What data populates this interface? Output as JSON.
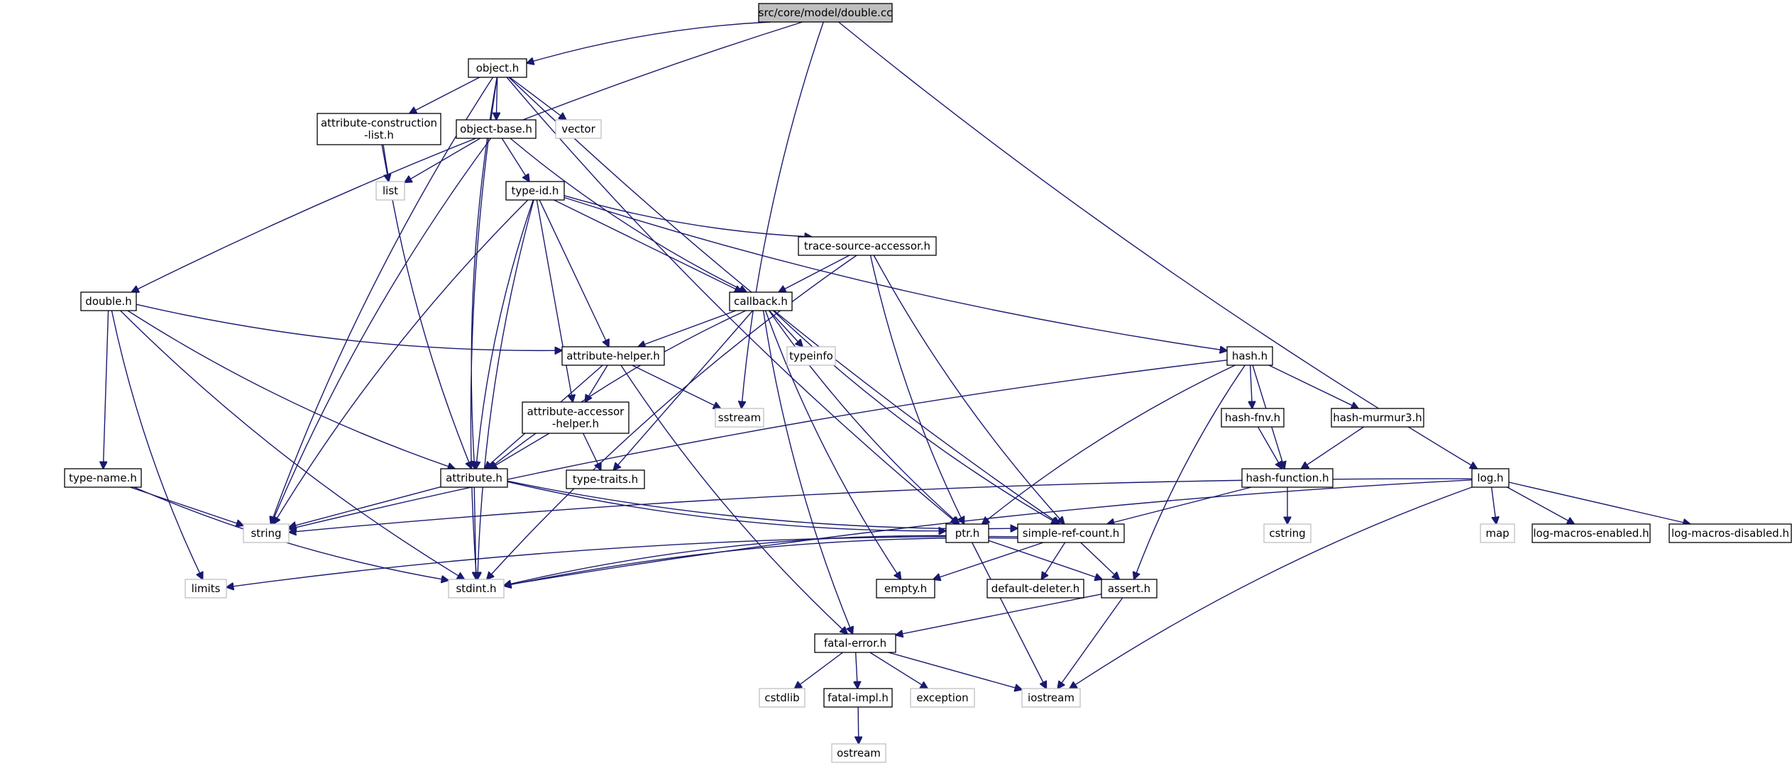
{
  "colors": {
    "edge": "#191970",
    "root_fill": "#bfbfbf",
    "node_border": "#000000",
    "system_border": "#bfbfbf",
    "background": "#ffffff"
  },
  "root": "src/core/model/double.cc",
  "nodes": [
    {
      "id": "root",
      "label": "src/core/model/double.cc",
      "kind": "root"
    },
    {
      "id": "object_h",
      "label": "object.h",
      "kind": "header"
    },
    {
      "id": "sstream",
      "label": "sstream",
      "kind": "system"
    },
    {
      "id": "log_h",
      "label": "log.h",
      "kind": "header"
    },
    {
      "id": "double_h",
      "label": "double.h",
      "kind": "header"
    },
    {
      "id": "attr_construction",
      "label": "attribute-construction\n-list.h",
      "kind": "header"
    },
    {
      "id": "object_base_h",
      "label": "object-base.h",
      "kind": "header"
    },
    {
      "id": "vector",
      "label": "vector",
      "kind": "system"
    },
    {
      "id": "list",
      "label": "list",
      "kind": "system"
    },
    {
      "id": "type_id_h",
      "label": "type-id.h",
      "kind": "header"
    },
    {
      "id": "trace_source",
      "label": "trace-source-accessor.h",
      "kind": "header"
    },
    {
      "id": "callback_h",
      "label": "callback.h",
      "kind": "header"
    },
    {
      "id": "hash_h",
      "label": "hash.h",
      "kind": "header"
    },
    {
      "id": "attr_helper",
      "label": "attribute-helper.h",
      "kind": "header"
    },
    {
      "id": "typeinfo",
      "label": "typeinfo",
      "kind": "system"
    },
    {
      "id": "attr_accessor",
      "label": "attribute-accessor\n-helper.h",
      "kind": "header"
    },
    {
      "id": "hash_fnv",
      "label": "hash-fnv.h",
      "kind": "header"
    },
    {
      "id": "hash_murmur3",
      "label": "hash-murmur3.h",
      "kind": "header"
    },
    {
      "id": "type_name_h",
      "label": "type-name.h",
      "kind": "header"
    },
    {
      "id": "attribute_h",
      "label": "attribute.h",
      "kind": "header"
    },
    {
      "id": "type_traits",
      "label": "type-traits.h",
      "kind": "header"
    },
    {
      "id": "hash_function",
      "label": "hash-function.h",
      "kind": "header"
    },
    {
      "id": "string",
      "label": "string",
      "kind": "system"
    },
    {
      "id": "ptr_h",
      "label": "ptr.h",
      "kind": "header"
    },
    {
      "id": "simple_ref",
      "label": "simple-ref-count.h",
      "kind": "header"
    },
    {
      "id": "cstring",
      "label": "cstring",
      "kind": "system"
    },
    {
      "id": "map",
      "label": "map",
      "kind": "system"
    },
    {
      "id": "log_macros_en",
      "label": "log-macros-enabled.h",
      "kind": "header"
    },
    {
      "id": "log_macros_dis",
      "label": "log-macros-disabled.h",
      "kind": "header"
    },
    {
      "id": "limits",
      "label": "limits",
      "kind": "system"
    },
    {
      "id": "stdint",
      "label": "stdint.h",
      "kind": "system"
    },
    {
      "id": "empty_h",
      "label": "empty.h",
      "kind": "header"
    },
    {
      "id": "default_deleter",
      "label": "default-deleter.h",
      "kind": "header"
    },
    {
      "id": "assert_h",
      "label": "assert.h",
      "kind": "header"
    },
    {
      "id": "fatal_error",
      "label": "fatal-error.h",
      "kind": "header"
    },
    {
      "id": "cstdlib",
      "label": "cstdlib",
      "kind": "system"
    },
    {
      "id": "fatal_impl",
      "label": "fatal-impl.h",
      "kind": "header"
    },
    {
      "id": "exception",
      "label": "exception",
      "kind": "system"
    },
    {
      "id": "iostream",
      "label": "iostream",
      "kind": "system"
    },
    {
      "id": "ostream",
      "label": "ostream",
      "kind": "system"
    }
  ],
  "edges": [
    [
      "root",
      "object_h"
    ],
    [
      "root",
      "sstream"
    ],
    [
      "root",
      "log_h"
    ],
    [
      "root",
      "double_h"
    ],
    [
      "object_h",
      "attr_construction"
    ],
    [
      "object_h",
      "object_base_h"
    ],
    [
      "object_h",
      "vector"
    ],
    [
      "object_h",
      "string"
    ],
    [
      "object_h",
      "attribute_h"
    ],
    [
      "object_h",
      "stdint"
    ],
    [
      "object_h",
      "ptr_h"
    ],
    [
      "object_h",
      "simple_ref"
    ],
    [
      "attr_construction",
      "list"
    ],
    [
      "attr_construction",
      "attribute_h"
    ],
    [
      "object_base_h",
      "list"
    ],
    [
      "object_base_h",
      "type_id_h"
    ],
    [
      "object_base_h",
      "callback_h"
    ],
    [
      "object_base_h",
      "string"
    ],
    [
      "type_id_h",
      "trace_source"
    ],
    [
      "type_id_h",
      "callback_h"
    ],
    [
      "type_id_h",
      "hash_h"
    ],
    [
      "type_id_h",
      "attr_helper"
    ],
    [
      "type_id_h",
      "attr_accessor"
    ],
    [
      "type_id_h",
      "attribute_h"
    ],
    [
      "type_id_h",
      "string"
    ],
    [
      "type_id_h",
      "stdint"
    ],
    [
      "trace_source",
      "callback_h"
    ],
    [
      "trace_source",
      "ptr_h"
    ],
    [
      "trace_source",
      "simple_ref"
    ],
    [
      "trace_source",
      "stdint"
    ],
    [
      "callback_h",
      "attr_helper"
    ],
    [
      "callback_h",
      "attribute_h"
    ],
    [
      "callback_h",
      "typeinfo"
    ],
    [
      "callback_h",
      "type_traits"
    ],
    [
      "callback_h",
      "fatal_error"
    ],
    [
      "callback_h",
      "empty_h"
    ],
    [
      "callback_h",
      "ptr_h"
    ],
    [
      "callback_h",
      "simple_ref"
    ],
    [
      "double_h",
      "attr_helper"
    ],
    [
      "double_h",
      "attribute_h"
    ],
    [
      "double_h",
      "type_name_h"
    ],
    [
      "double_h",
      "limits"
    ],
    [
      "double_h",
      "stdint"
    ],
    [
      "attr_helper",
      "attr_accessor"
    ],
    [
      "attr_helper",
      "attribute_h"
    ],
    [
      "attr_helper",
      "sstream"
    ],
    [
      "attr_helper",
      "fatal_error"
    ],
    [
      "attr_accessor",
      "attribute_h"
    ],
    [
      "attr_accessor",
      "type_traits"
    ],
    [
      "hash_h",
      "hash_fnv"
    ],
    [
      "hash_h",
      "hash_murmur3"
    ],
    [
      "hash_h",
      "hash_function"
    ],
    [
      "hash_h",
      "string"
    ],
    [
      "hash_h",
      "ptr_h"
    ],
    [
      "hash_h",
      "assert_h"
    ],
    [
      "hash_fnv",
      "hash_function"
    ],
    [
      "hash_murmur3",
      "hash_function"
    ],
    [
      "hash_function",
      "cstring"
    ],
    [
      "hash_function",
      "simple_ref"
    ],
    [
      "type_name_h",
      "string"
    ],
    [
      "type_name_h",
      "stdint"
    ],
    [
      "attribute_h",
      "string"
    ],
    [
      "attribute_h",
      "stdint"
    ],
    [
      "attribute_h",
      "ptr_h"
    ],
    [
      "attribute_h",
      "simple_ref"
    ],
    [
      "ptr_h",
      "assert_h"
    ],
    [
      "ptr_h",
      "iostream"
    ],
    [
      "ptr_h",
      "stdint"
    ],
    [
      "simple_ref",
      "default_deleter"
    ],
    [
      "simple_ref",
      "assert_h"
    ],
    [
      "simple_ref",
      "empty_h"
    ],
    [
      "simple_ref",
      "limits"
    ],
    [
      "simple_ref",
      "stdint"
    ],
    [
      "log_h",
      "string"
    ],
    [
      "log_h",
      "map"
    ],
    [
      "log_h",
      "log_macros_en"
    ],
    [
      "log_h",
      "log_macros_dis"
    ],
    [
      "log_h",
      "iostream"
    ],
    [
      "log_h",
      "stdint"
    ],
    [
      "assert_h",
      "fatal_error"
    ],
    [
      "assert_h",
      "iostream"
    ],
    [
      "fatal_error",
      "cstdlib"
    ],
    [
      "fatal_error",
      "fatal_impl"
    ],
    [
      "fatal_error",
      "exception"
    ],
    [
      "fatal_error",
      "iostream"
    ],
    [
      "fatal_impl",
      "ostream"
    ]
  ]
}
